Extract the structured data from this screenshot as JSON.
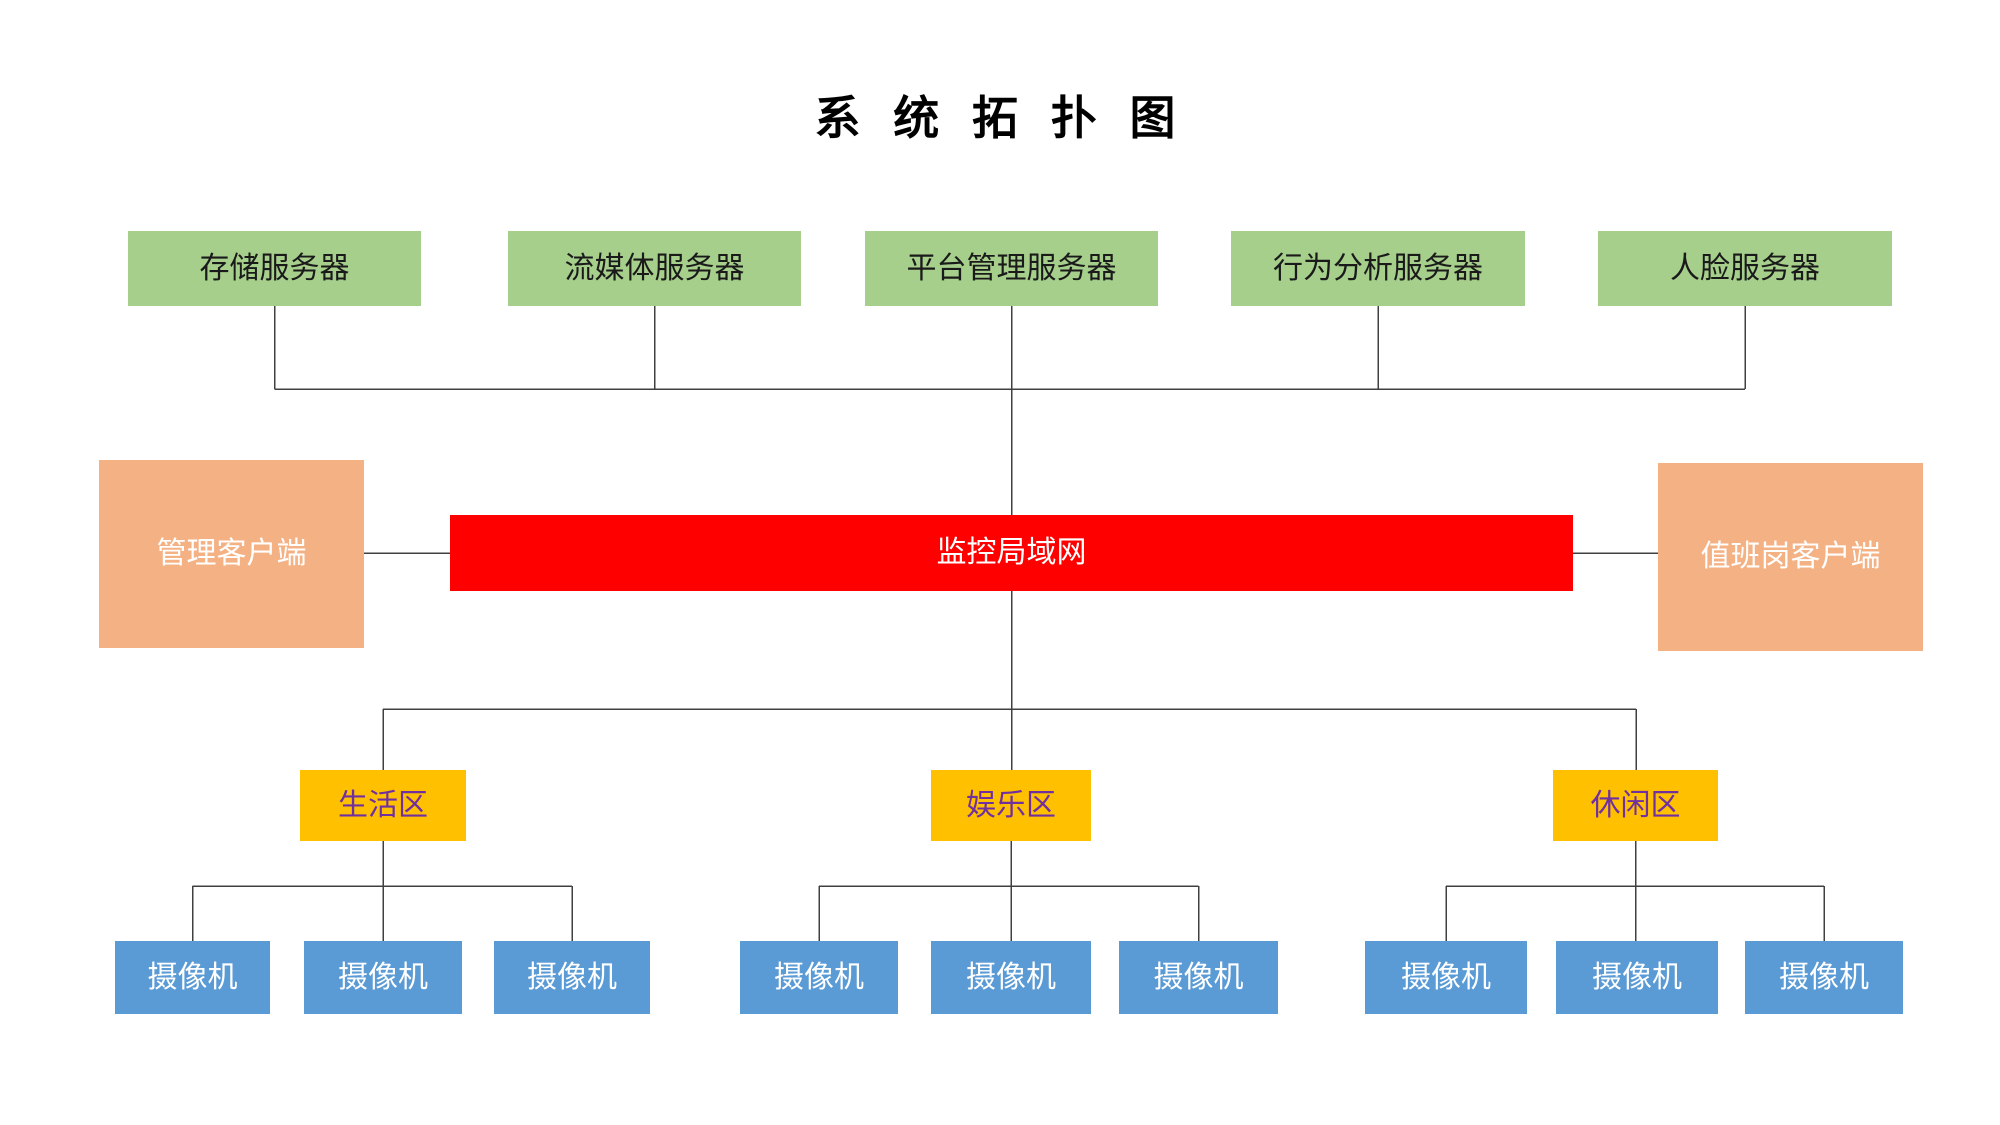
{
  "title": "系 统 拓 扑 图",
  "servers": [
    {
      "label": "存储服务器"
    },
    {
      "label": "流媒体服务器"
    },
    {
      "label": "平台管理服务器"
    },
    {
      "label": "行为分析服务器"
    },
    {
      "label": "人脸服务器"
    }
  ],
  "network": {
    "label": "监控局域网"
  },
  "clients": {
    "management": {
      "label": "管理客户端"
    },
    "duty": {
      "label": "值班岗客户端"
    }
  },
  "zones": [
    {
      "label": "生活区",
      "cameras": [
        {
          "label": "摄像机"
        },
        {
          "label": "摄像机"
        },
        {
          "label": "摄像机"
        }
      ]
    },
    {
      "label": "娱乐区",
      "cameras": [
        {
          "label": "摄像机"
        },
        {
          "label": "摄像机"
        },
        {
          "label": "摄像机"
        }
      ]
    },
    {
      "label": "休闲区",
      "cameras": [
        {
          "label": "摄像机"
        },
        {
          "label": "摄像机"
        },
        {
          "label": "摄像机"
        }
      ]
    }
  ],
  "colors": {
    "server_box": "#A6CF8C",
    "network_bar": "#FF0000",
    "client_box": "#F4B183",
    "zone_box": "#FFC000",
    "zone_text": "#7030A0",
    "camera_box": "#5B9BD5",
    "connector_line": "#404040"
  }
}
